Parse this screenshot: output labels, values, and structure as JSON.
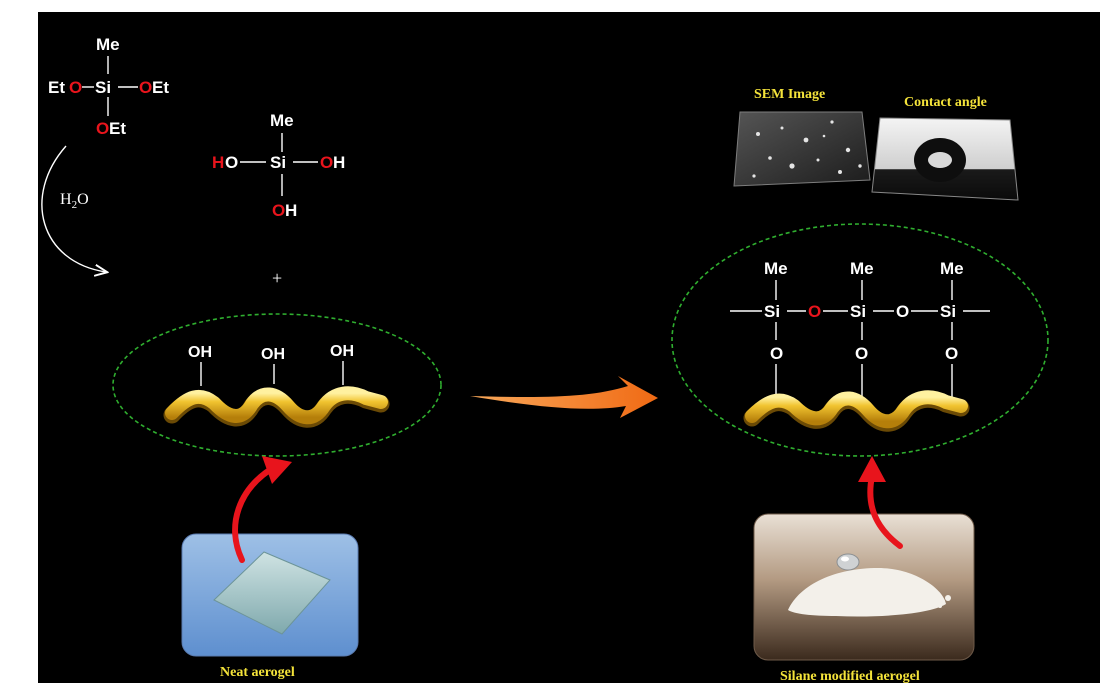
{
  "reactant": {
    "me": "Me",
    "si": "Si",
    "o": "O",
    "et": "Et"
  },
  "silanol": {
    "me": "Me",
    "si": "Si",
    "h": "H",
    "o": "O"
  },
  "reagent": {
    "h": "H",
    "sub": "2",
    "o": "O"
  },
  "plus": "+",
  "substrate_groups": [
    "OH",
    "OH",
    "OH"
  ],
  "product": {
    "me_labels": [
      "Me",
      "Me",
      "Me"
    ],
    "si_labels": [
      "Si",
      "Si",
      "Si"
    ],
    "bridge_o": [
      "O",
      "O"
    ],
    "link_o": [
      "O",
      "O",
      "O"
    ]
  },
  "captions": {
    "sem": "SEM Image",
    "contact": "Contact angle",
    "neat": "Neat aerogel",
    "silane": "Silane modified aerogel"
  },
  "colors": {
    "background": "#000000",
    "oxygen_highlight": "#e8141c",
    "caption": "#f4e33a",
    "ellipse": "#2fae2f",
    "chain": "#e8b21a",
    "arrow": "#f07a1e",
    "pointer": "#e8141c"
  }
}
